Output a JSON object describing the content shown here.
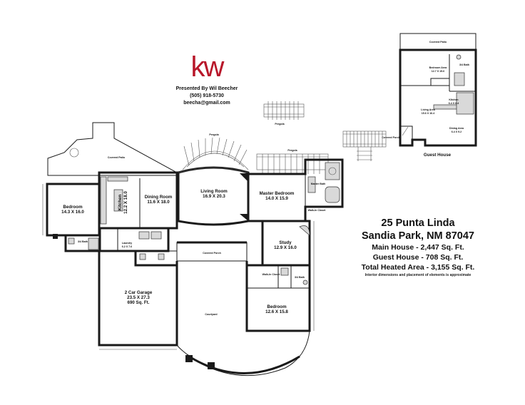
{
  "brand": {
    "logo_text": "kw",
    "presented_by": "Presented By Wil Beecher",
    "phone": "(505) 918-5730",
    "email": "beecha@gmail.com",
    "logo_color": "#b8172a"
  },
  "title": {
    "address_line1": "25 Punta Linda",
    "address_line2": "Sandia Park, NM 87047",
    "main_house": "Main House - 2,447 Sq. Ft.",
    "guest_house": "Guest House - 708 Sq. Ft.",
    "total_area": "Total Heated Area - 3,155 Sq. Ft.",
    "note": "Interior dimensions and placement of elements is approximate"
  },
  "main_house": {
    "rooms": {
      "bedroom_west": {
        "name": "Bedroom",
        "size": "14.3 X 16.0"
      },
      "kitchen": {
        "name": "Kitchen",
        "size": "12.2 X 18.0"
      },
      "dining_room": {
        "name": "Dining Room",
        "size": "11.6 X 18.0"
      },
      "living_room": {
        "name": "Living Room",
        "size": "16.9 X 20.3"
      },
      "master_bedroom": {
        "name": "Master Bedroom",
        "size": "14.0 X 15.9"
      },
      "master_bath": {
        "name": "Master Bath"
      },
      "walk_in_closet_master": {
        "name": "Walk-In Closet"
      },
      "study": {
        "name": "Study",
        "size": "12.9 X 16.0"
      },
      "walk_in_closet": {
        "name": "Walk-In Closet"
      },
      "bath_3_4_east": {
        "name": "3/4 Bath"
      },
      "bedroom_south": {
        "name": "Bedroom",
        "size": "12.6 X 15.8"
      },
      "bath_3_4_west": {
        "name": "3/4 Bath"
      },
      "laundry": {
        "name": "Laundry",
        "size": "6.2 X 7.6"
      },
      "garage": {
        "name": "2 Car Garage",
        "size": "23.5 X 27.3",
        "area": "690 Sq. Ft."
      },
      "covered_porch": {
        "name": "Covered Porch"
      },
      "courtyard": {
        "name": "Courtyard"
      },
      "covered_patio": {
        "name": "Covered Patio"
      },
      "pergola_a": {
        "name": "Pergola"
      },
      "pergola_b": {
        "name": "Pergola"
      },
      "pergola_c": {
        "name": "Pergola"
      }
    }
  },
  "guest": {
    "title": "Guest House",
    "rooms": {
      "covered_patio": {
        "name": "Covered Patio"
      },
      "bedroom_area": {
        "name": "Bedroom Area",
        "size": "12.7 X 15.6"
      },
      "bath": {
        "name": "3/4 Bath"
      },
      "kitchen": {
        "name": "Kitchen",
        "size": "6.4 X 8.4"
      },
      "living_area": {
        "name": "Living Area",
        "size": "15.6 X 16.4"
      },
      "dining_area": {
        "name": "Dining Area",
        "size": "6.4 X 9.2"
      },
      "covered_porch": {
        "name": "Covered Porch"
      }
    }
  }
}
